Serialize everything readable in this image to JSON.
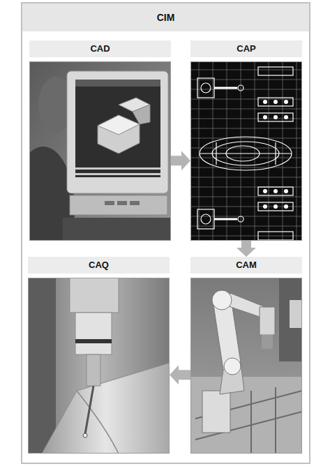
{
  "diagram": {
    "nodes": [
      {
        "text": [
          "CIM"
        ]
      },
      {
        "text": [
          "CAD"
        ],
        "in": 0
      },
      {
        "text": [
          "CAP"
        ],
        "in": 0
      },
      {
        "text": [
          "CAQ"
        ],
        "in": 0
      },
      {
        "text": [
          "CAM"
        ],
        "in": 0
      }
    ],
    "edges": [
      {
        "from": 1,
        "to": 2,
        "arrow": "to"
      },
      {
        "from": 2,
        "to": 4,
        "arrow": "to"
      },
      {
        "from": 4,
        "to": 3,
        "arrow": "to"
      }
    ]
  }
}
